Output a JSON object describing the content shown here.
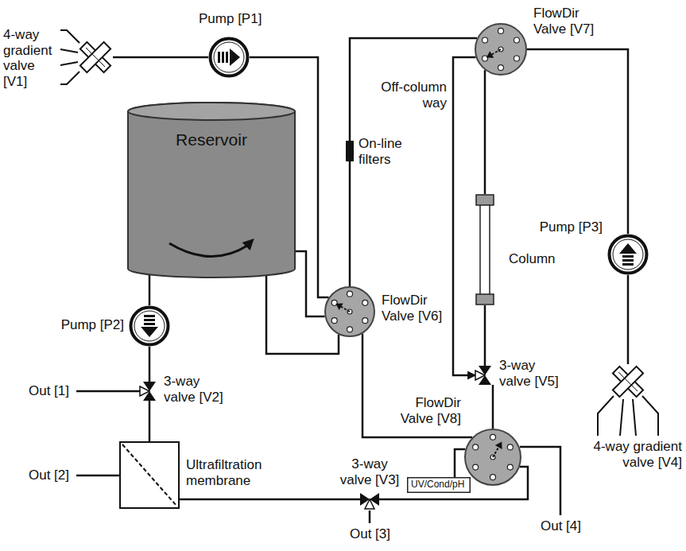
{
  "diagram": {
    "nodes": [
      {
        "text": [
          "Reservoir"
        ]
      },
      {
        "text": [
          "Pump [P1]"
        ]
      },
      {
        "text": [
          "Pump [P2]"
        ]
      },
      {
        "text": [
          "Pump [P3]"
        ]
      },
      {
        "text": [
          "4-way gradient valve [V1]"
        ]
      },
      {
        "text": [
          "4-way gradient valve [V4]"
        ]
      },
      {
        "text": [
          "FlowDir Valve [V6]"
        ]
      },
      {
        "text": [
          "FlowDir Valve [V7]"
        ]
      },
      {
        "text": [
          "FlowDir Valve [V8]"
        ]
      },
      {
        "text": [
          "3-way valve [V2]"
        ]
      },
      {
        "text": [
          "3-way valve [V3]"
        ]
      },
      {
        "text": [
          "3-way valve [V5]"
        ]
      },
      {
        "text": [
          "Ultrafiltration membrane"
        ]
      },
      {
        "text": [
          "Column"
        ]
      },
      {
        "text": [
          "On-line filters"
        ]
      },
      {
        "text": [
          "UV/Cond/pH"
        ]
      }
    ],
    "edges": [
      {
        "from": 4,
        "to": 1,
        "arrow": "none"
      },
      {
        "from": 1,
        "to": 6,
        "arrow": "none"
      },
      {
        "from": 0,
        "to": 6,
        "arrow": "none"
      },
      {
        "from": 0,
        "to": 6,
        "arrow": "none"
      },
      {
        "from": 0,
        "to": 2,
        "arrow": "none"
      },
      {
        "from": 2,
        "to": 9,
        "arrow": "none"
      },
      {
        "from": 9,
        "to": 12,
        "arrow": "none"
      },
      {
        "from": 12,
        "to": 10,
        "arrow": "none"
      },
      {
        "from": 10,
        "to": 8,
        "arrow": "none"
      },
      {
        "from": 6,
        "to": 8,
        "arrow": "none"
      },
      {
        "from": 8,
        "to": 15,
        "arrow": "none"
      },
      {
        "from": 6,
        "to": 14,
        "arrow": "none"
      },
      {
        "from": 14,
        "to": 7,
        "arrow": "none"
      },
      {
        "from": 7,
        "to": 13,
        "arrow": "none"
      },
      {
        "from": 13,
        "to": 11,
        "arrow": "none"
      },
      {
        "from": 11,
        "to": 8,
        "arrow": "none"
      },
      {
        "from": 7,
        "to": 11,
        "arrow": "to"
      },
      {
        "from": 7,
        "to": 3,
        "arrow": "none"
      },
      {
        "from": 3,
        "to": 5,
        "arrow": "none"
      }
    ],
    "labels": [
      "Off-column way",
      "Out [1]",
      "Out [2]",
      "Out [3]",
      "Out [4]"
    ]
  }
}
